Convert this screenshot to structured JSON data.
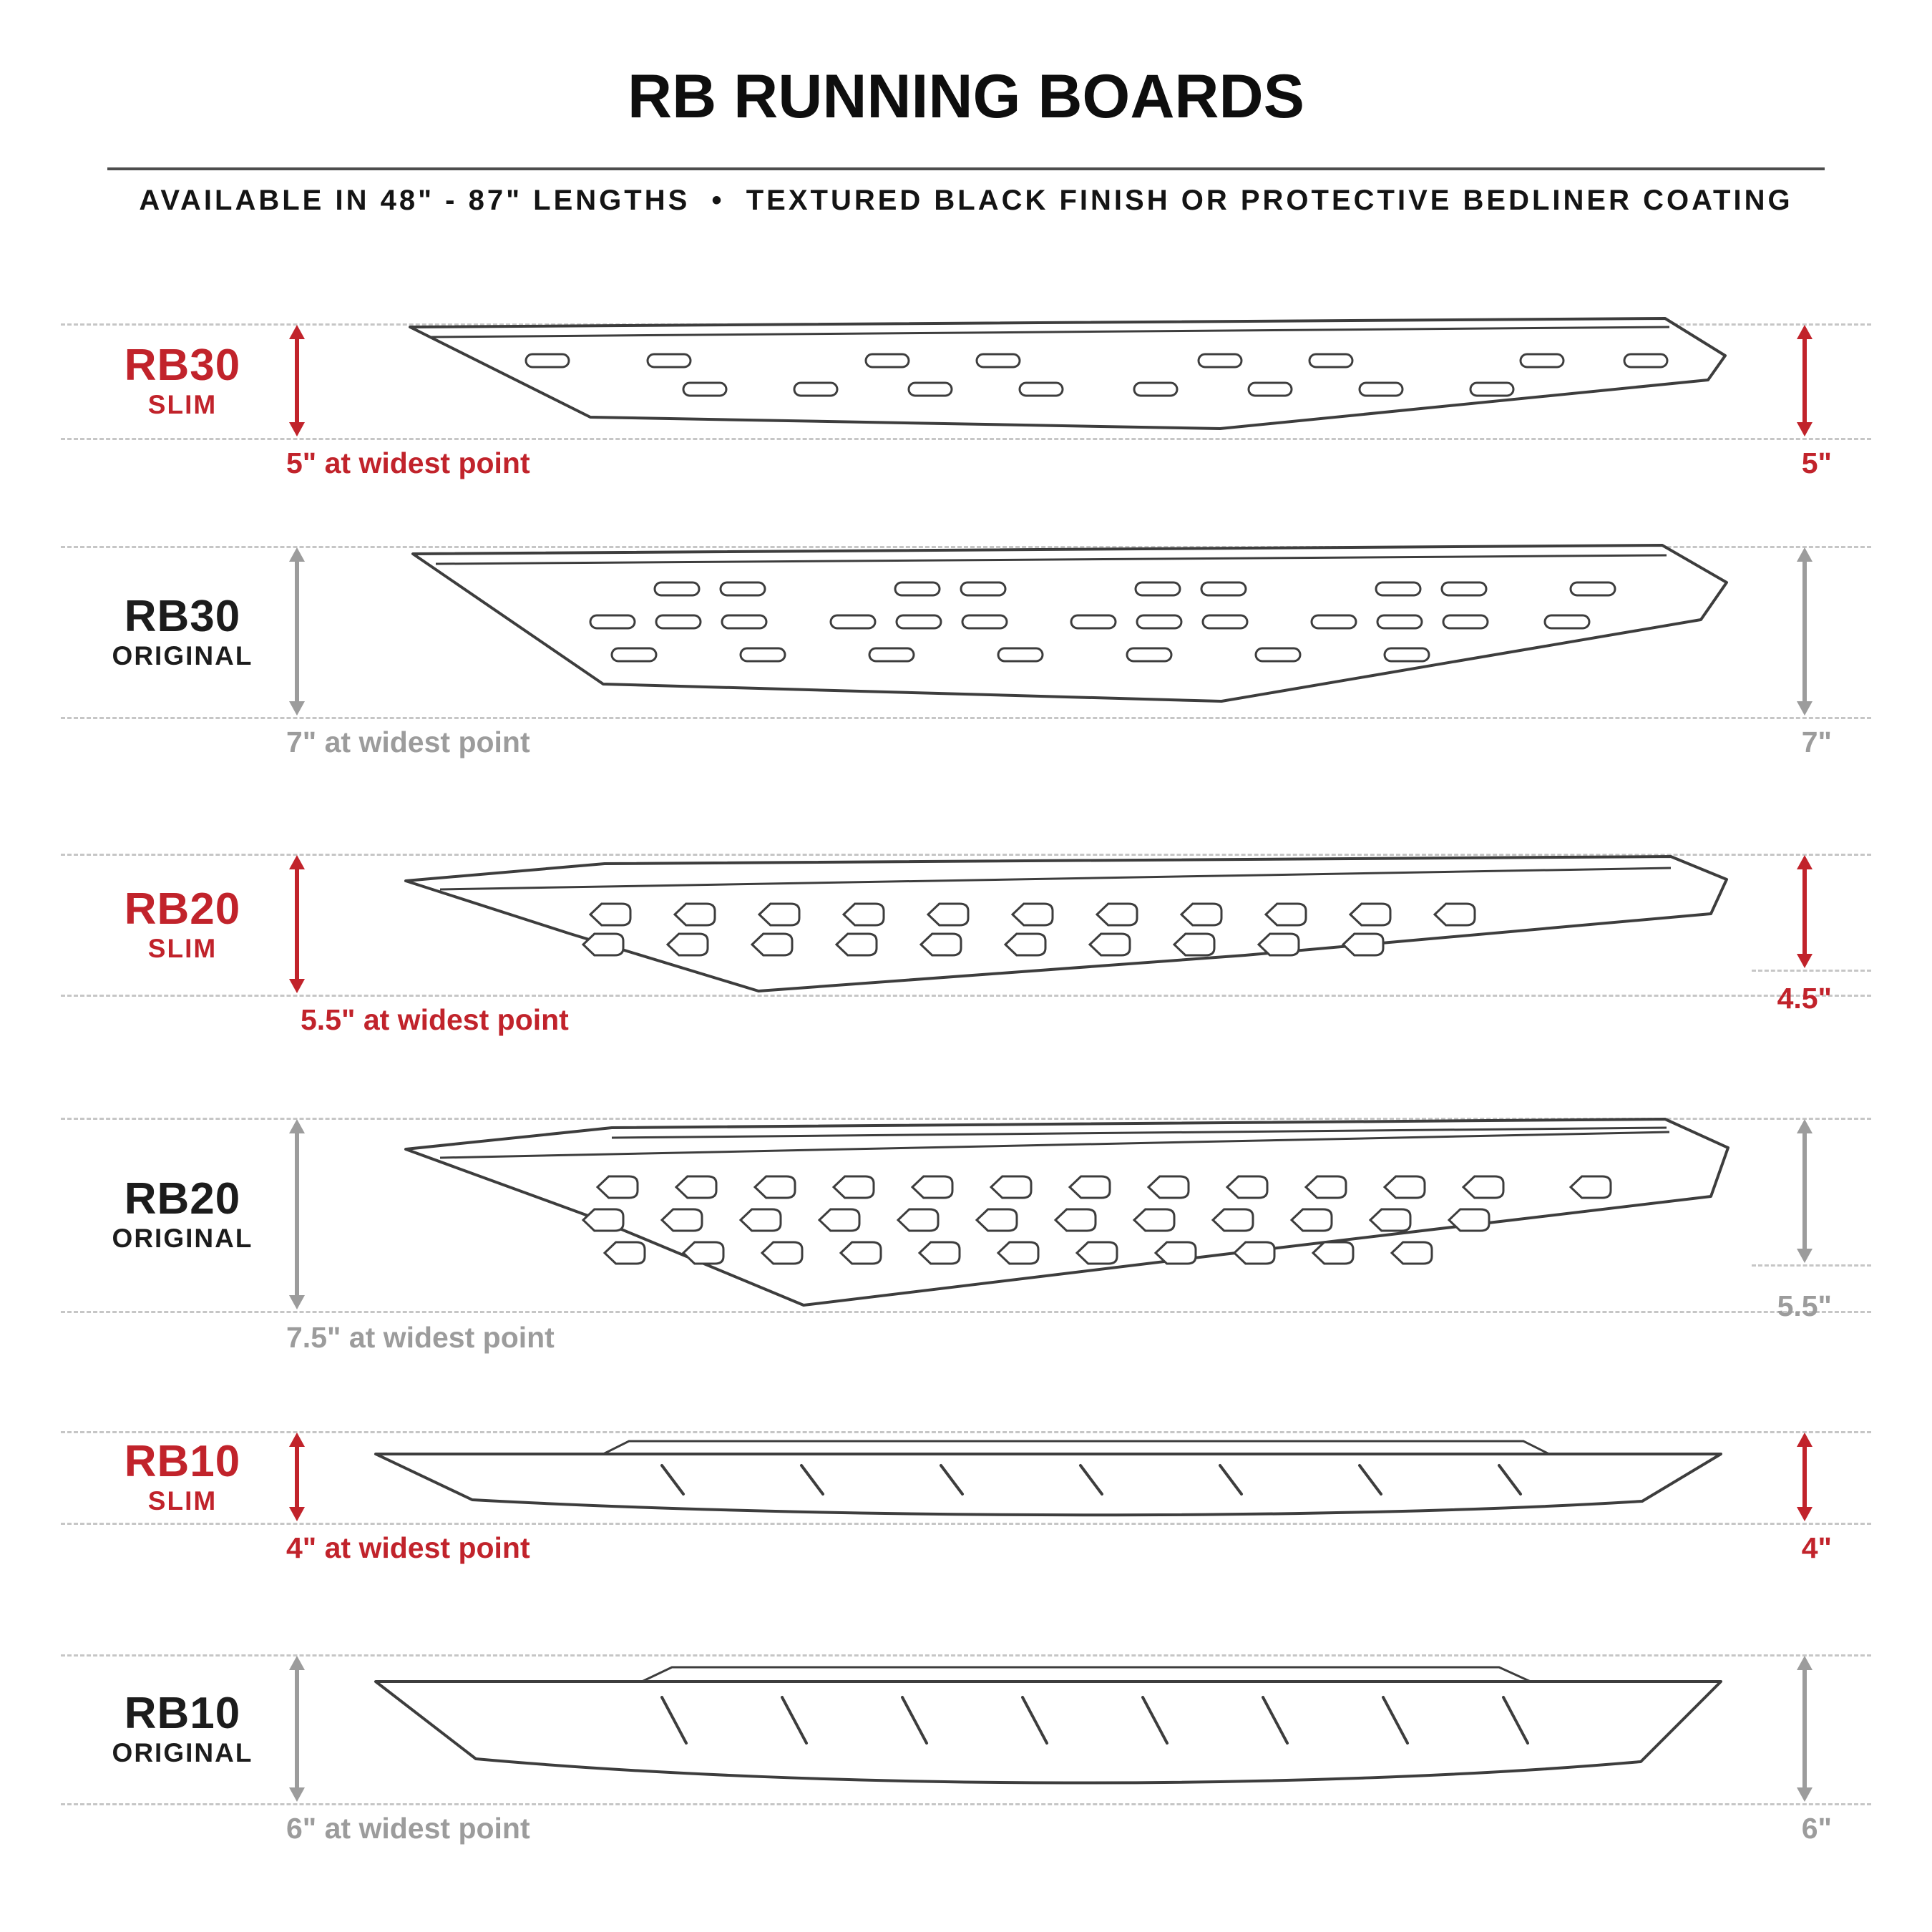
{
  "header": {
    "title": "RB RUNNING BOARDS",
    "subtitle": "AVAILABLE IN 48\" - 87\" LENGTHS  •  TEXTURED BLACK FINISH OR PROTECTIVE BEDLINER COATING"
  },
  "colors": {
    "accent_red": "#c1232b",
    "dim_gray": "#9c9c9c",
    "line": "#3d3d3d",
    "dash": "#c6c6c6",
    "text_dark": "#1c1c1c"
  },
  "boards": [
    {
      "model": "RB30",
      "variant": "SLIM",
      "accent": "red",
      "width_note": "5\" at widest point",
      "height_note": "5\""
    },
    {
      "model": "RB30",
      "variant": "ORIGINAL",
      "accent": "gray",
      "width_note": "7\" at widest point",
      "height_note": "7\""
    },
    {
      "model": "RB20",
      "variant": "SLIM",
      "accent": "red",
      "width_note": "5.5\" at widest point",
      "height_note": "4.5\""
    },
    {
      "model": "RB20",
      "variant": "ORIGINAL",
      "accent": "gray",
      "width_note": "7.5\" at widest point",
      "height_note": "5.5\""
    },
    {
      "model": "RB10",
      "variant": "SLIM",
      "accent": "red",
      "width_note": "4\" at widest point",
      "height_note": "4\""
    },
    {
      "model": "RB10",
      "variant": "ORIGINAL",
      "accent": "gray",
      "width_note": "6\" at widest point",
      "height_note": "6\""
    }
  ]
}
